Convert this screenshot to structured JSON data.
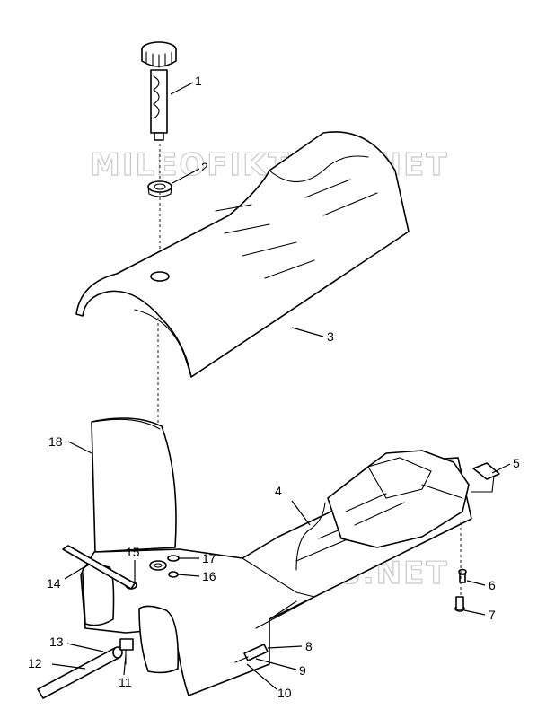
{
  "diagram": {
    "watermark": "MILEOFIKTABS.NET",
    "callouts": [
      "1",
      "2",
      "3",
      "4",
      "5",
      "6",
      "7",
      "8",
      "9",
      "10",
      "11",
      "12",
      "13",
      "14",
      "15",
      "16",
      "17",
      "18"
    ]
  },
  "colors": {
    "line": "#000000",
    "background": "#ffffff",
    "watermark": "#c9c9c9"
  }
}
